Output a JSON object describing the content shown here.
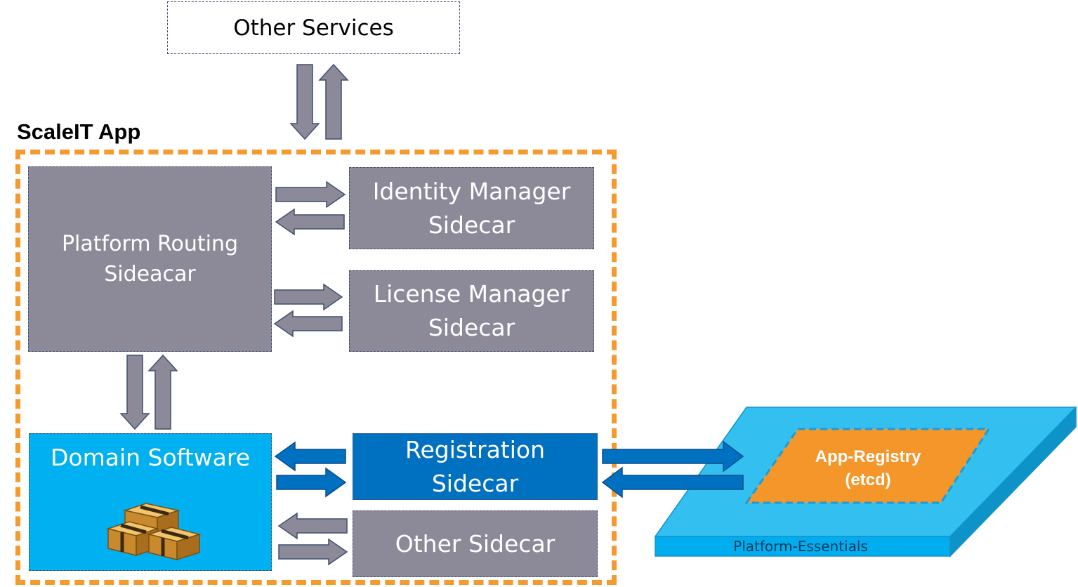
{
  "other_services": {
    "label": "Other Services"
  },
  "app": {
    "title": "ScaleIT App"
  },
  "sidecars": {
    "platform_routing": "Platform Routing\nSideacar",
    "identity_manager": "Identity Manager\nSidecar",
    "license_manager": "License Manager\nSidecar",
    "registration": "Registration\nSidecar",
    "other": "Other Sidecar"
  },
  "domain_software": {
    "label": "Domain Software",
    "icon": "boxes-icon"
  },
  "platform": {
    "label": "Platform-Essentials",
    "registry_line1": "App-Registry",
    "registry_line2": "(etcd)"
  },
  "colors": {
    "gray_box": "#8c8a99",
    "domain_blue": "#00b0f0",
    "registration_blue": "#0070c0",
    "boundary_orange": "#f59a2f",
    "platform_cyan": "#33bff0",
    "registry_orange": "#f4962a"
  }
}
